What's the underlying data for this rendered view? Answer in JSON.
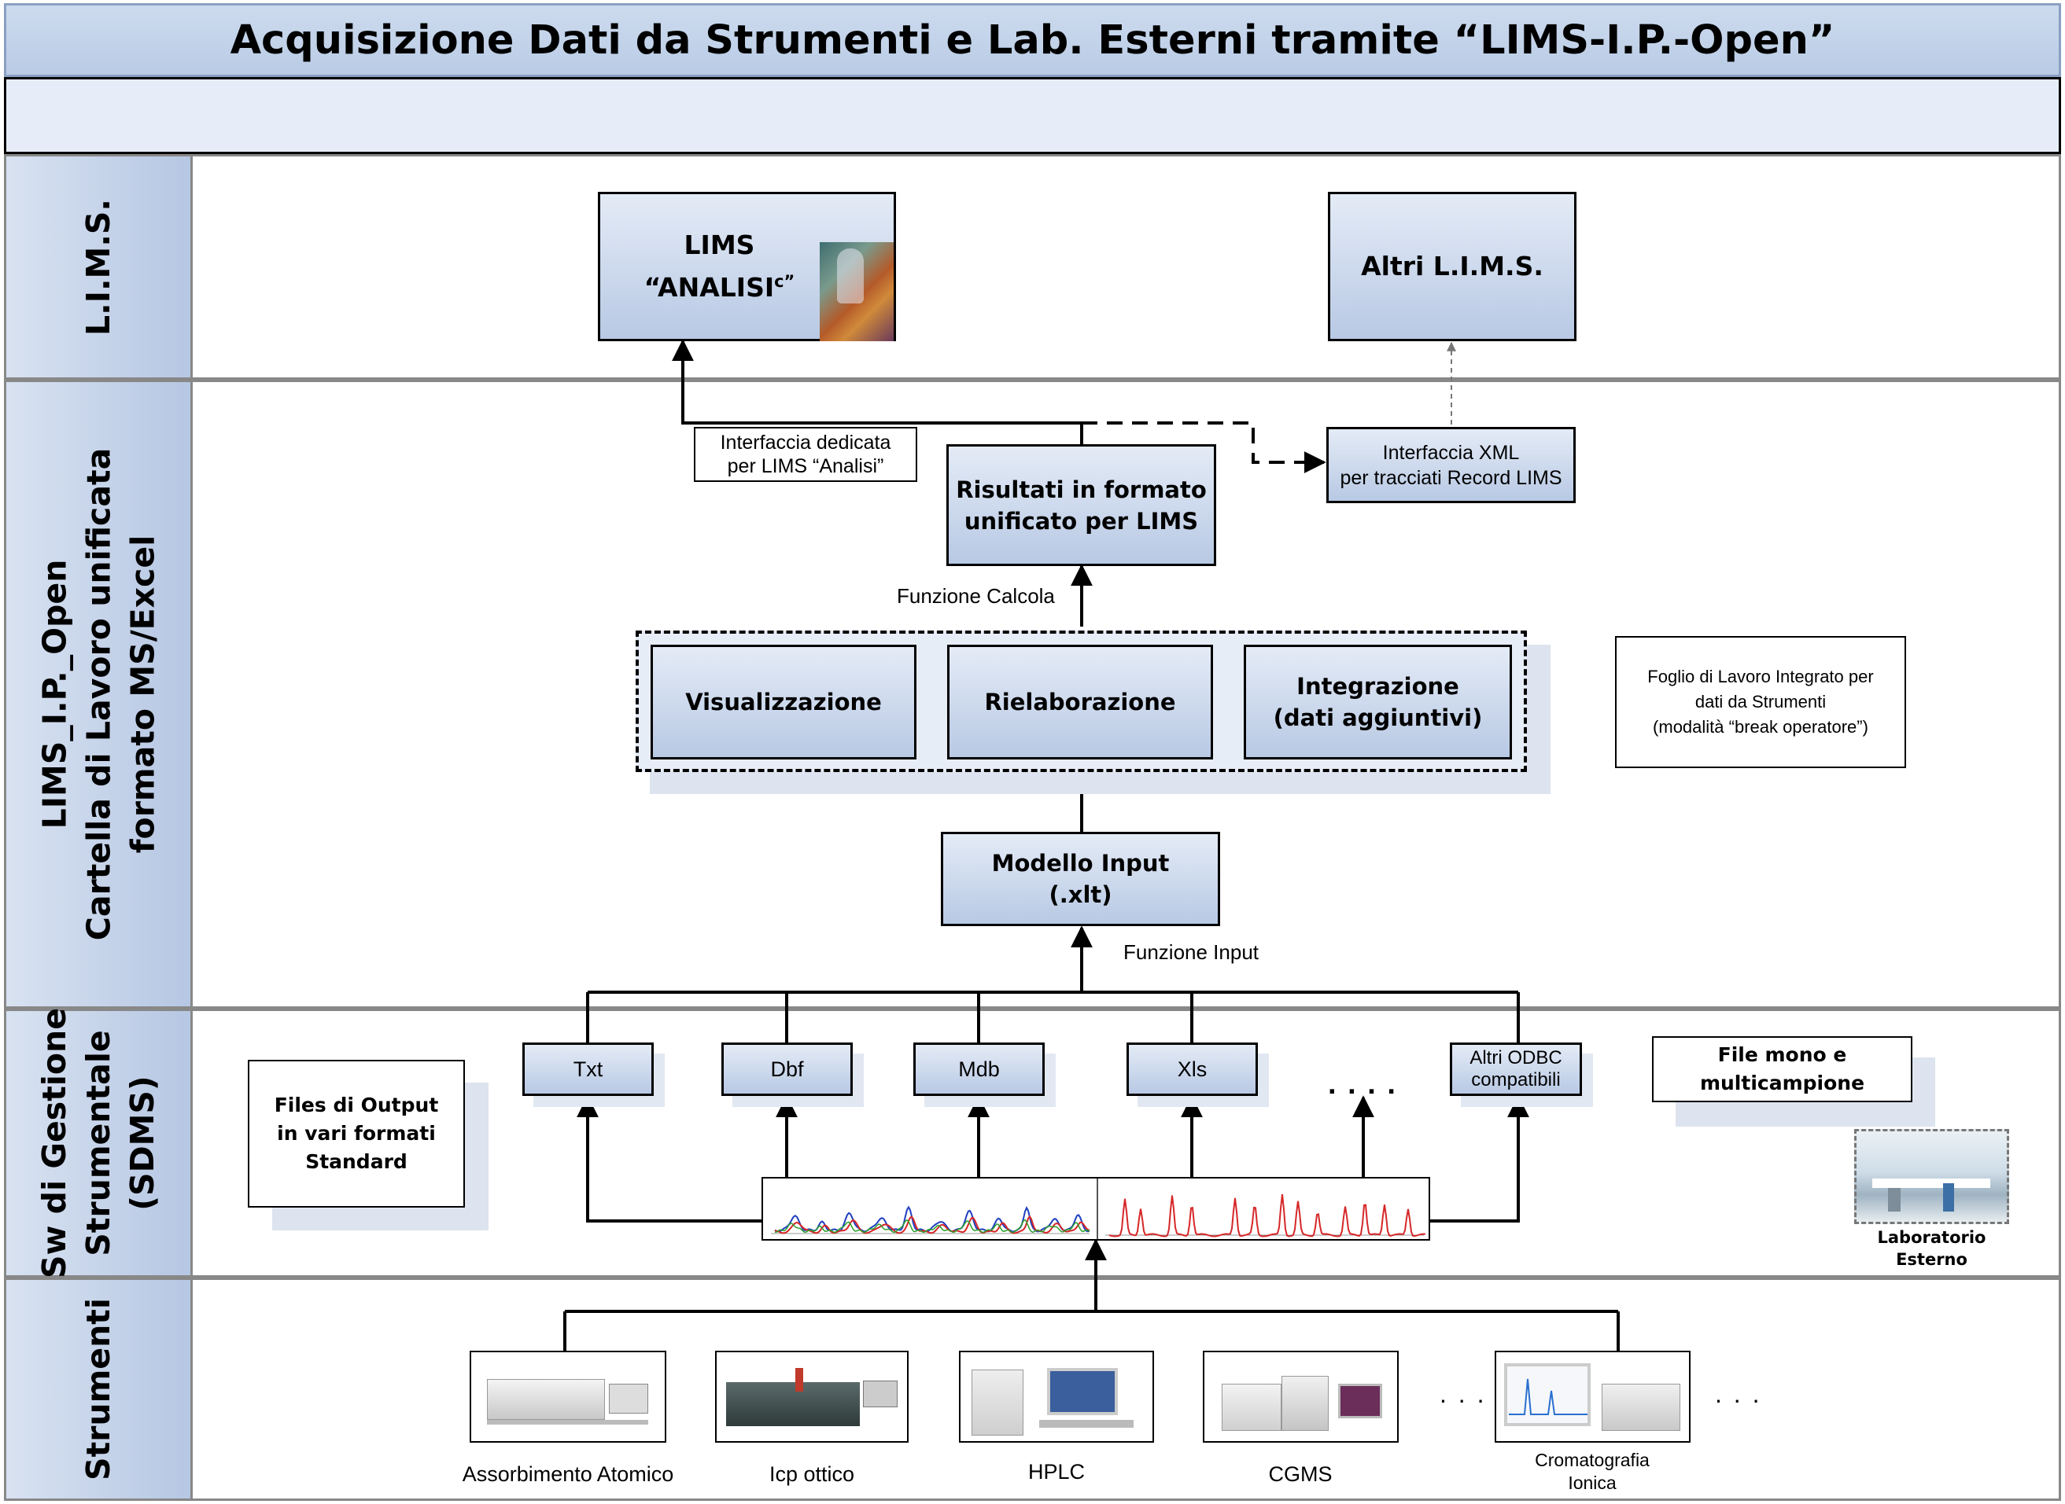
{
  "title": "Acquisizione Dati da Strumenti e Lab. Esterni tramite “LIMS-I.P.-Open”",
  "lanes": {
    "lims": "L.I.M.S.",
    "open_line1": "LIMS_I.P._Open",
    "open_line2": "Cartella di Lavoro unificata",
    "open_line3": "formato MS/Excel",
    "sdms_line1": "Sw di Gestione",
    "sdms_line2": "Strumentale",
    "sdms_line3": "(SDMS)",
    "strumenti": "Strumenti"
  },
  "lims": {
    "analisi_line1": "LIMS",
    "analisi_line2": "“ANALISI",
    "analisi_sup": "c”",
    "altri": "Altri L.I.M.S."
  },
  "interfaces": {
    "dedicata_line1": "Interfaccia dedicata",
    "dedicata_line2": "per LIMS “Analisi”",
    "xml_line1": "Interfaccia XML",
    "xml_line2": "per tracciati Record LIMS"
  },
  "risultati_line1": "Risultati in formato",
  "risultati_line2": "unificato per LIMS",
  "funzione_calcola": "Funzione Calcola",
  "workbook": {
    "visualizzazione": "Visualizzazione",
    "rielaborazione": "Rielaborazione",
    "integrazione_line1": "Integrazione",
    "integrazione_line2": "(dati aggiuntivi)"
  },
  "foglio_note": {
    "line1": "Foglio di Lavoro Integrato per",
    "line2": "dati da Strumenti",
    "line3": "(modalità “break operatore”)"
  },
  "modello_line1": "Modello Input",
  "modello_line2": "(.xlt)",
  "funzione_input": "Funzione Input",
  "formats": {
    "txt": "Txt",
    "dbf": "Dbf",
    "mdb": "Mdb",
    "xls": "Xls",
    "dots": ". . . .",
    "odbc_line1": "Altri ODBC",
    "odbc_line2": "compatibili"
  },
  "files_note": {
    "line1": "Files di Output",
    "line2": "in vari formati",
    "line3": "Standard"
  },
  "mono_note": {
    "line1": "File mono e",
    "line2": "multicampione"
  },
  "lab_esterno": {
    "line1": "Laboratorio",
    "line2": "Esterno"
  },
  "instruments": {
    "aa": "Assorbimento Atomico",
    "icp": "Icp ottico",
    "hplc": "HPLC",
    "cgms": "CGMS",
    "ic_line1": "Cromatografia",
    "ic_line2": "Ionica",
    "dots": ". . ."
  },
  "colors": {
    "lane_header": "#b6c7e3",
    "box_fill": "#b8c9e4",
    "title_bar": "#b9cbe5",
    "trace_red": "#d62728",
    "trace_blue": "#1f3fbf"
  }
}
